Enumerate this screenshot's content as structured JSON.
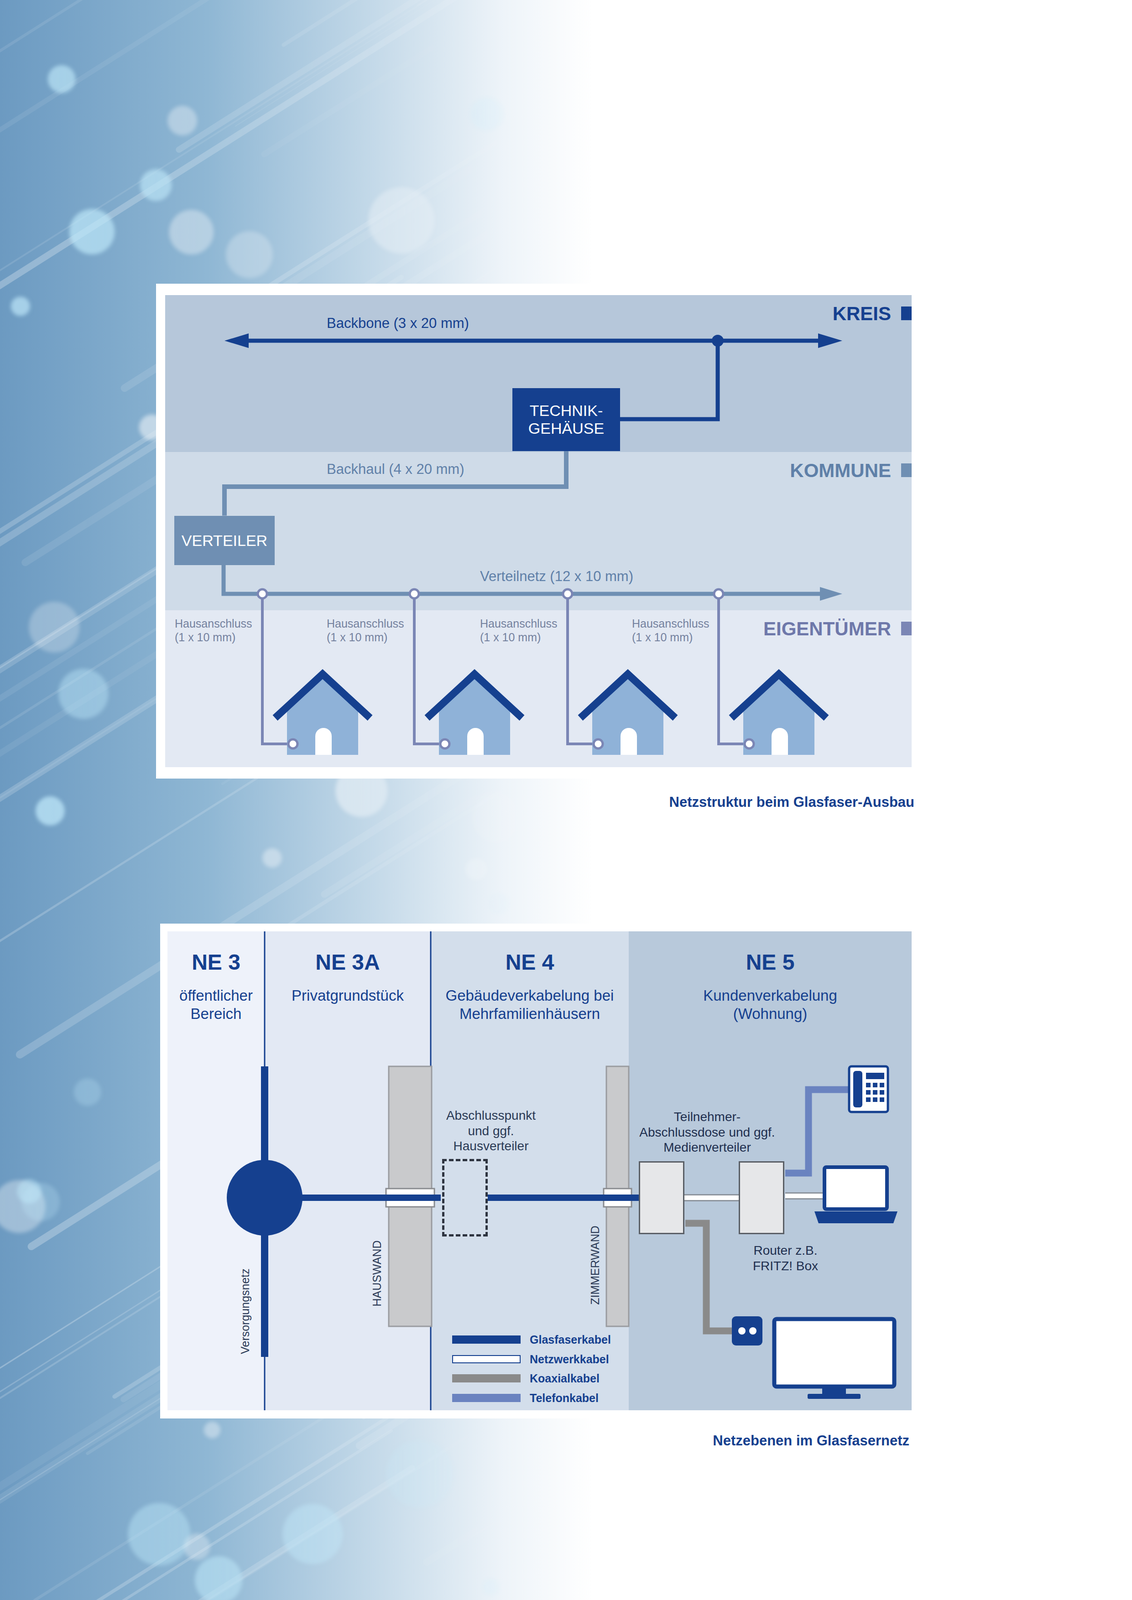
{
  "diagram": {
    "caption": "Netzstruktur beim Glasfaser-Ausbau",
    "nodes": [
      {
        "text": [
          "KREIS"
        ]
      },
      {
        "text": [
          "TECHNIK- GEHÄUSE"
        ],
        "in": 0
      },
      {
        "text": [
          "KOMMUNE"
        ]
      },
      {
        "text": [
          "VERTEILER"
        ],
        "in": 2
      },
      {
        "text": [
          "EIGENTÜMER"
        ]
      },
      {
        "text": [
          "NE 3",
          "öffentlicher Bereich"
        ]
      },
      {
        "text": [
          "NE 3A",
          "Privatgrundstück"
        ]
      },
      {
        "text": [
          "NE 4",
          "Gebäudeverkabelung bei Mehrfamilienhäusern"
        ]
      },
      {
        "text": [
          "Abschlusspunkt und ggf. Hausverteiler"
        ],
        "in": 7
      },
      {
        "text": [
          "NE 5",
          "Kundenverkabelung (Wohnung)"
        ]
      },
      {
        "text": [
          "Teilnehmer- Abschlussdose und ggf. Medienverteiler"
        ],
        "in": 9
      },
      {
        "text": [
          "Router z.B. FRITZ! Box"
        ],
        "in": 9
      }
    ],
    "edges": [
      {
        "from": 1,
        "to": 3,
        "label": "Backhaul (4 x 20 mm)",
        "arrow": "none"
      },
      {
        "from": 8,
        "to": 10,
        "arrow": "none"
      },
      {
        "from": 10,
        "to": 11,
        "arrow": "none"
      }
    ],
    "labels": [
      "Backbone (3 x 20 mm)",
      "Verteilnetz (12 x 10 mm)",
      "Hausanschluss (1 x 10 mm)",
      "Hausanschluss (1 x 10 mm)",
      "Hausanschluss (1 x 10 mm)",
      "Hausanschluss (1 x 10 mm)",
      "Versorgungsnetz",
      "HAUSWAND",
      "ZIMMERWAND",
      "Netzebenen im Glasfasernetz"
    ],
    "legend": [
      {
        "text": "Glasfaserkabel",
        "color": "#15408f"
      },
      {
        "text": "Netzwerkkabel",
        "color": "#ffffff"
      },
      {
        "text": "Koaxialkabel",
        "color": "#8a8a8a"
      },
      {
        "text": "Telefonkabel",
        "color": "#6a83c0"
      }
    ]
  }
}
